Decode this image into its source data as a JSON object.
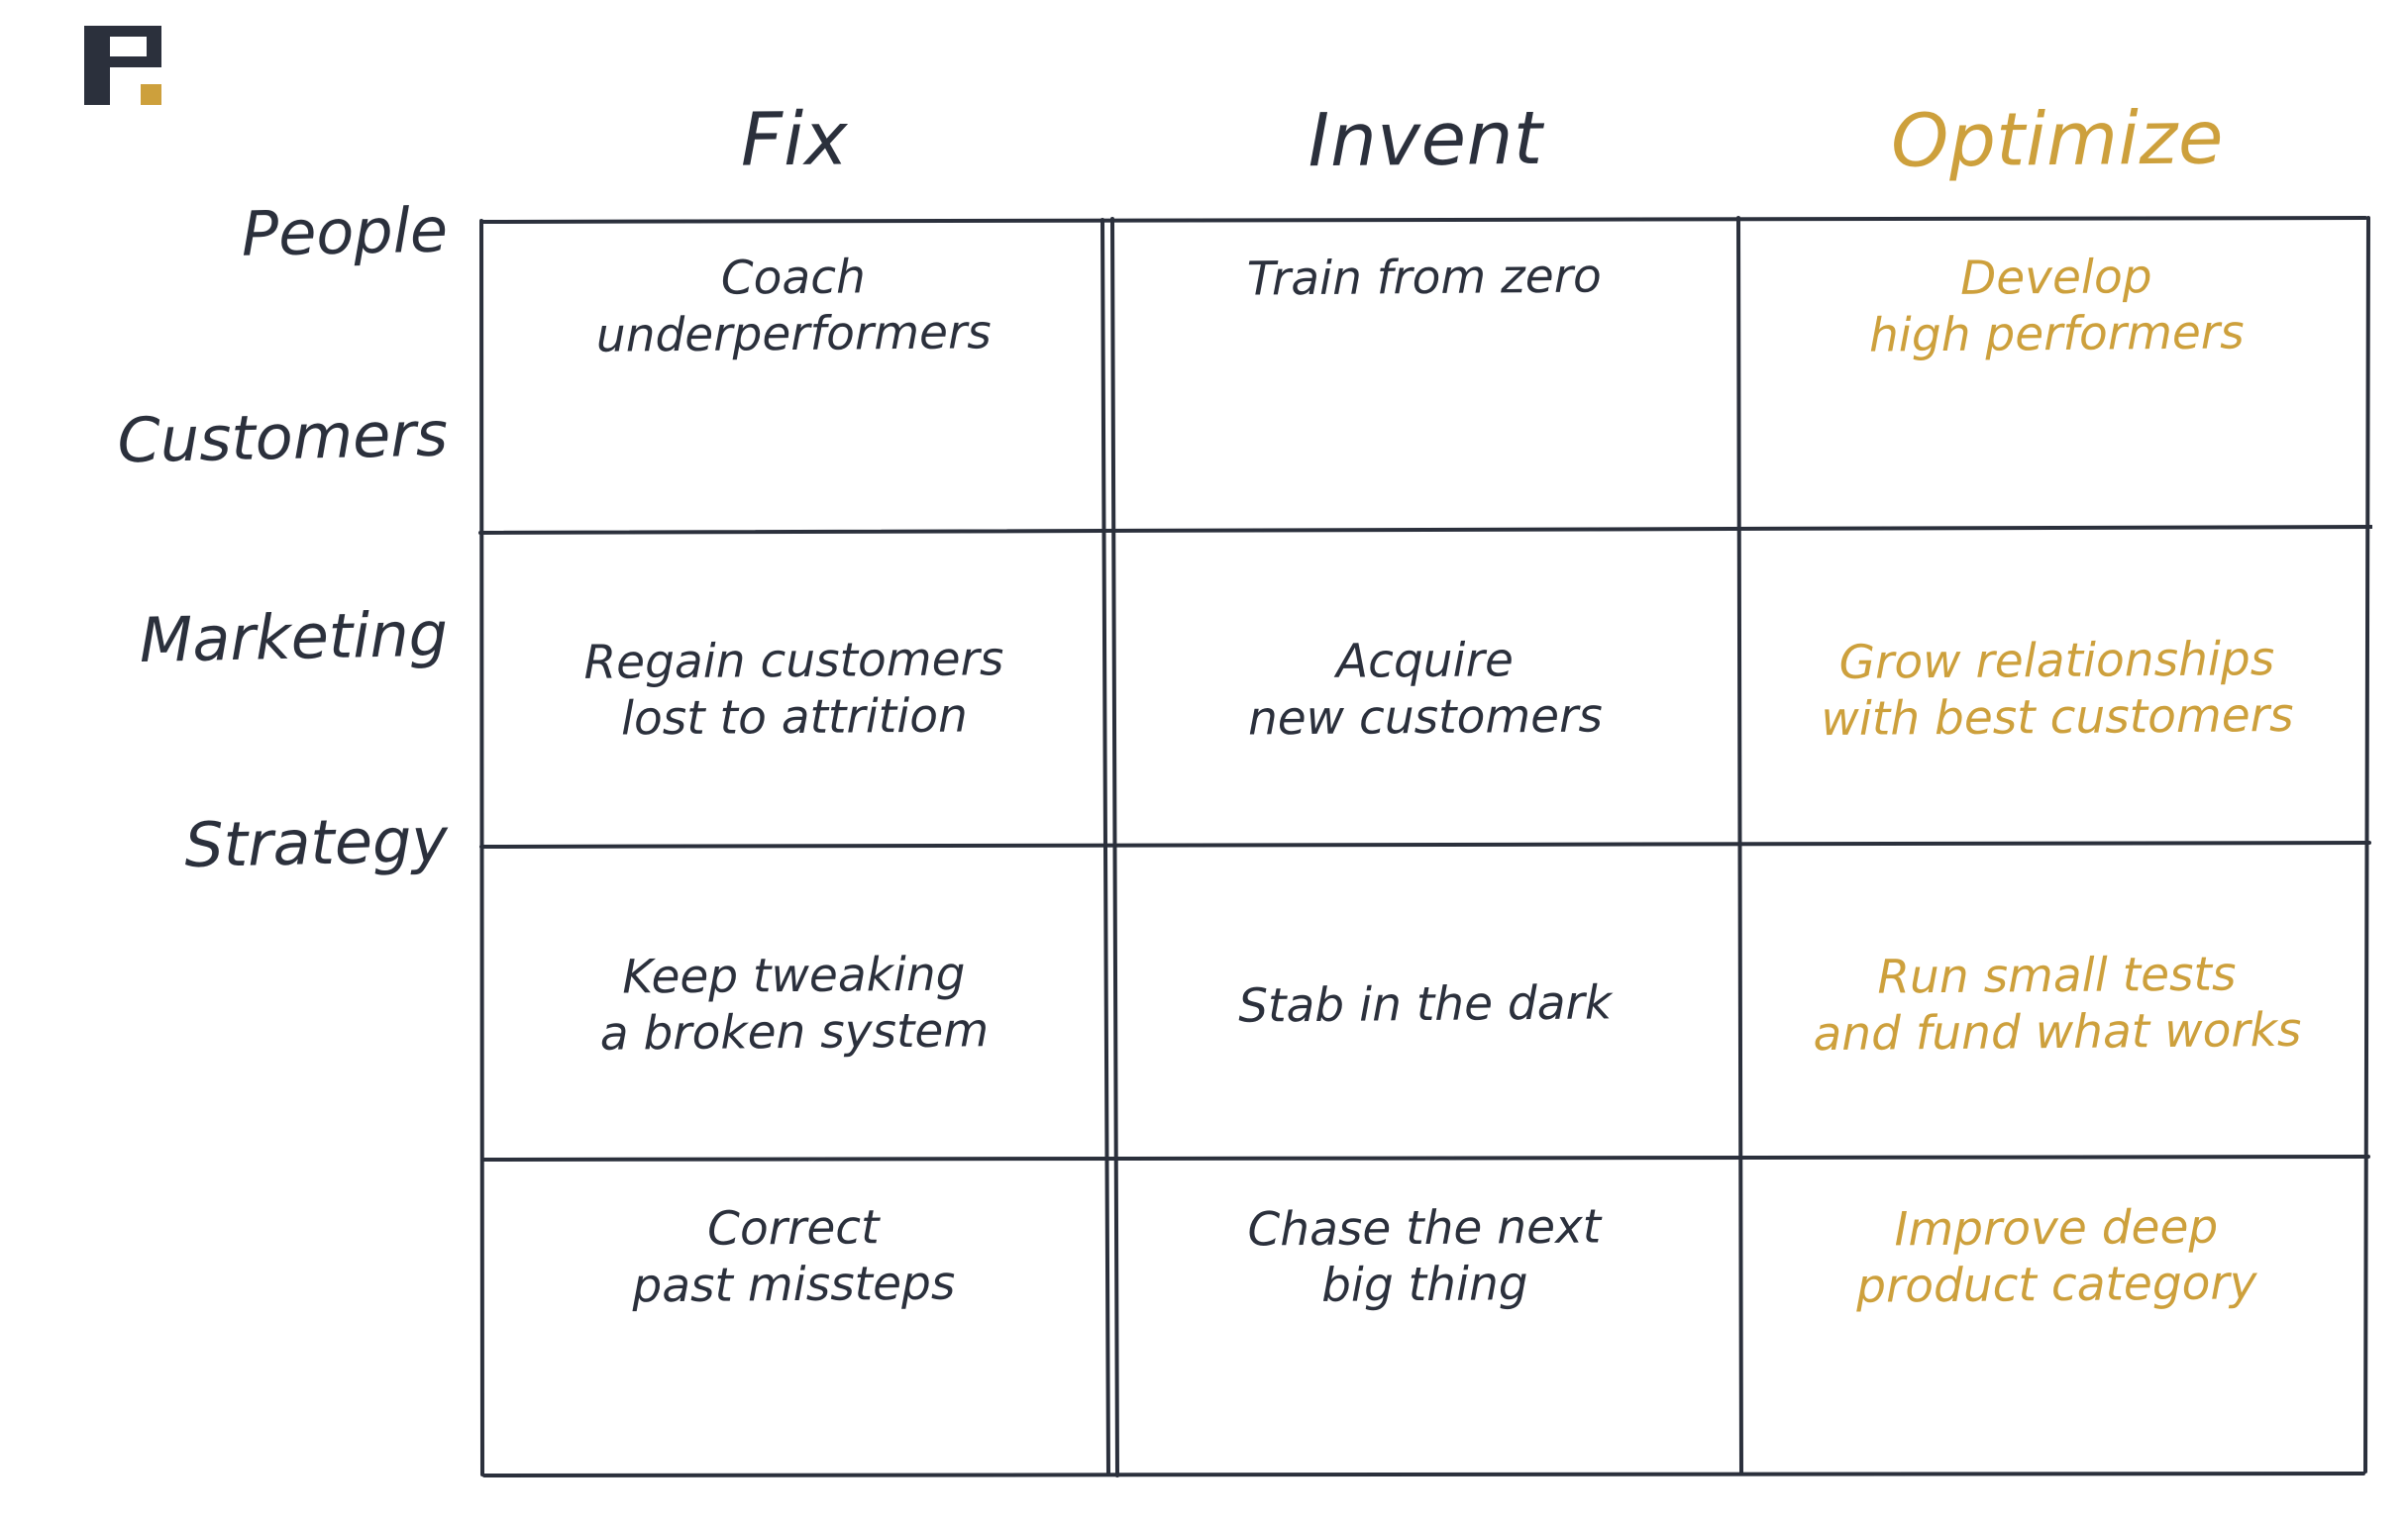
{
  "brand": {
    "logo_name": "p-logo",
    "dark_color": "#2b303c",
    "accent_color": "#cda03c"
  },
  "matrix": {
    "columns": [
      {
        "label": "Fix",
        "accent": false
      },
      {
        "label": "Invent",
        "accent": false
      },
      {
        "label": "Optimize",
        "accent": true
      }
    ],
    "rows": [
      {
        "label": "People"
      },
      {
        "label": "Customers"
      },
      {
        "label": "Marketing"
      },
      {
        "label": "Strategy"
      }
    ],
    "cells": [
      [
        "Coach\nunderperformers",
        "Train from zero",
        "Develop\nhigh performers"
      ],
      [
        "Regain customers\nlost to attrition",
        "Acquire\nnew customers",
        "Grow relationships\nwith best customers"
      ],
      [
        "Keep tweaking\na broken system",
        "Stab in the dark",
        "Run small tests\nand fund what works"
      ],
      [
        "Correct\npast missteps",
        "Chase the next\nbig thing",
        "Improve deep\nproduct category"
      ]
    ]
  }
}
